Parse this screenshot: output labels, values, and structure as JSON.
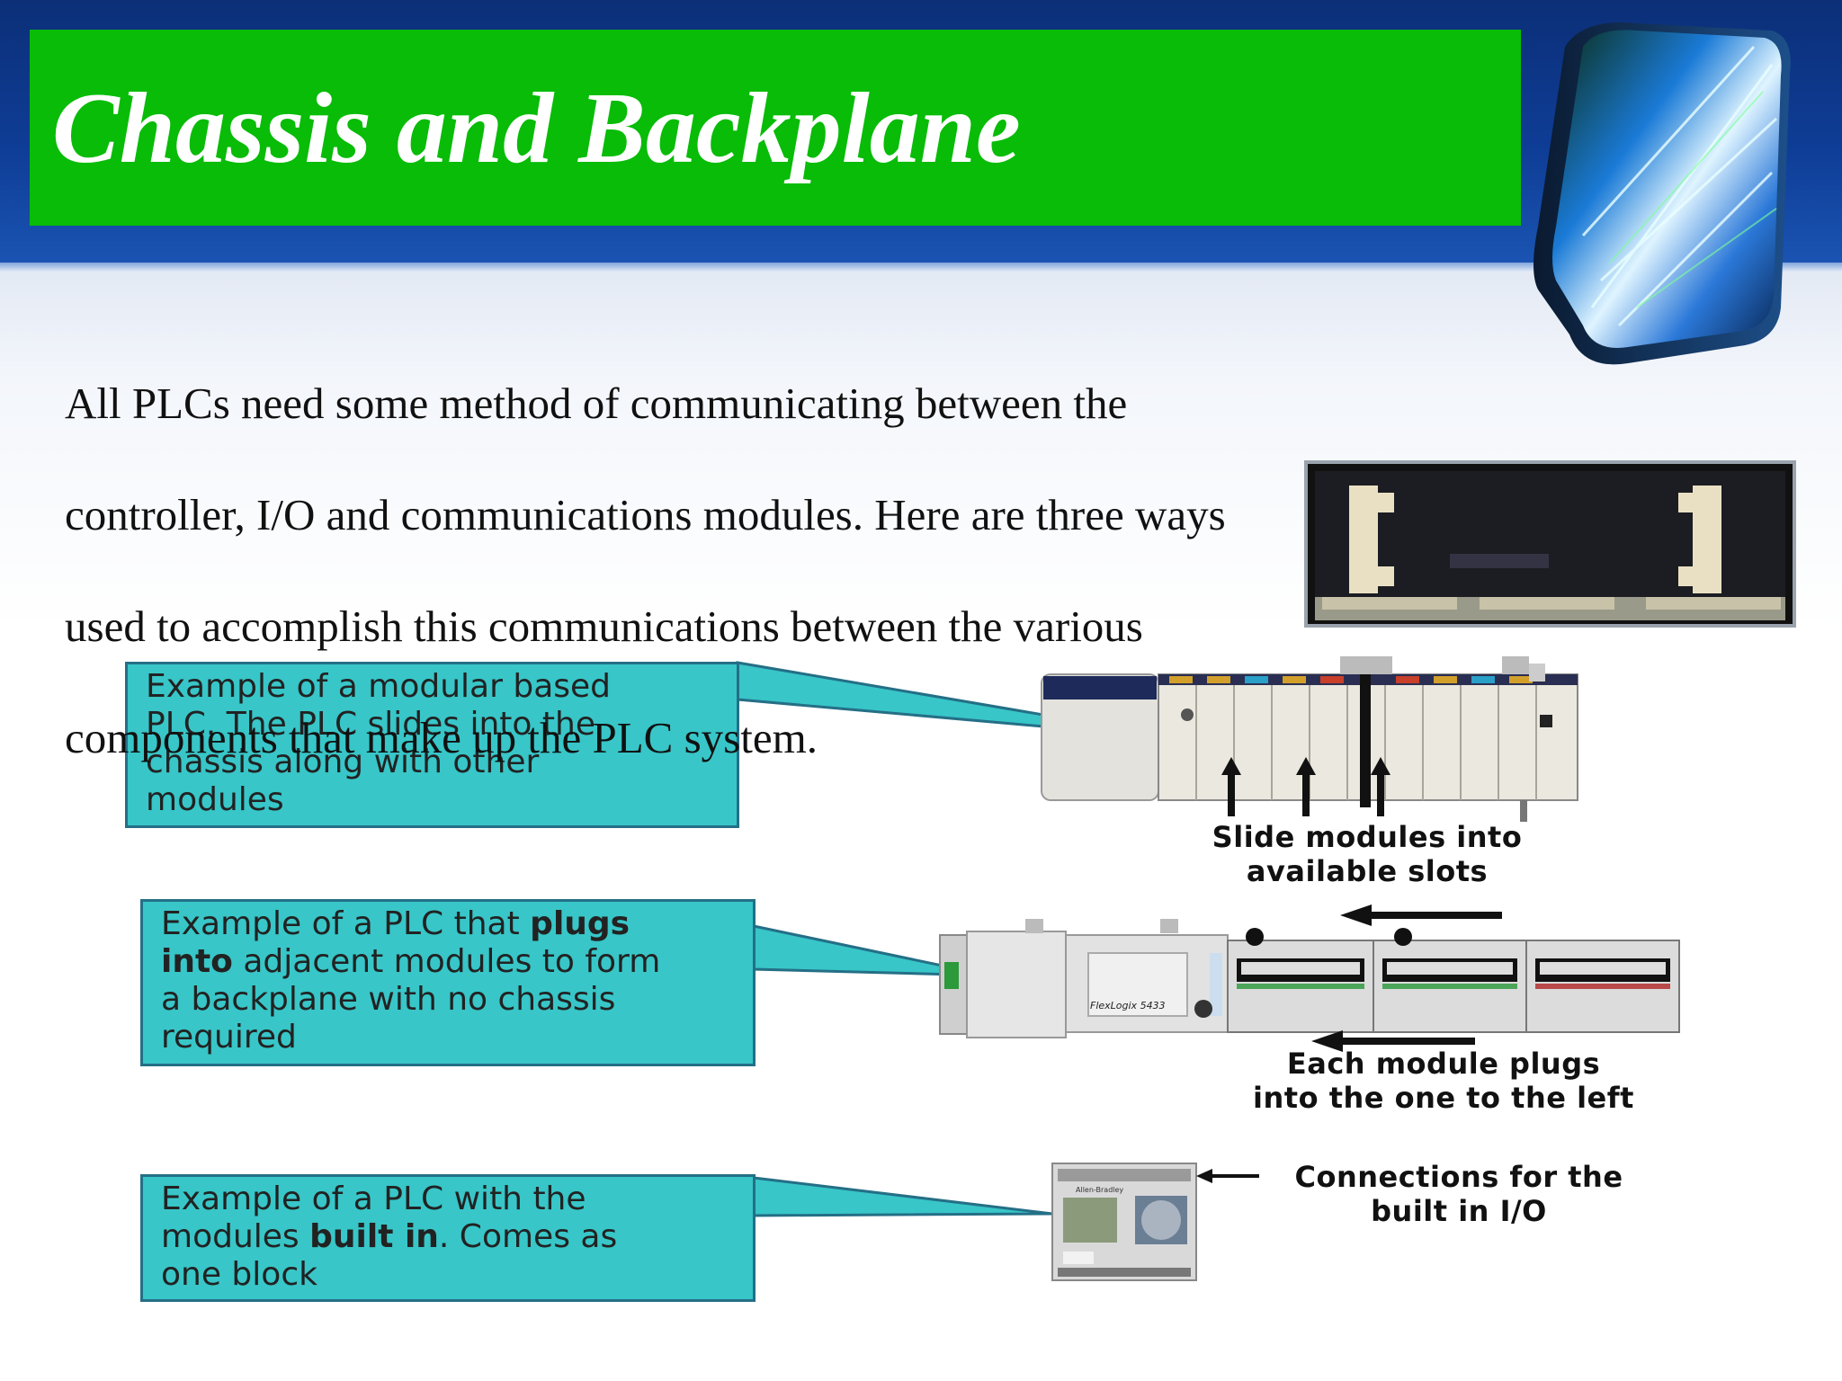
{
  "title": "Chassis and Backplane",
  "body_lines": [
    "All PLCs need some method of communicating between the",
    "controller, I/O and communications modules. Here are three ways",
    "used to accomplish this communications between the various",
    "components that make up the PLC system."
  ],
  "callouts": {
    "modular": [
      "Example of a modular based",
      "PLC.  The PLC slides into the",
      "chassis along with other",
      "modules"
    ],
    "plugs": {
      "l1_pre": "Example of a PLC that ",
      "l1_bold": "plugs",
      "l2_bold": "into",
      "l2_post": " adjacent modules to form",
      "l3": "a backplane with no chassis",
      "l4": "required"
    },
    "built_in": {
      "l1": "Example of a PLC with the",
      "l2_pre": "modules ",
      "l2_bold": "built in",
      "l2_post": ".  Comes as",
      "l3": "one block"
    }
  },
  "captions": {
    "slide_modules": [
      "Slide modules into",
      "available slots"
    ],
    "each_module": [
      "Each module plugs",
      "into the one to the left"
    ],
    "connections": [
      "Connections for the",
      "built in I/O"
    ]
  },
  "device_labels": {
    "flexlogix": "FlexLogix 5433",
    "micro_brand": "Allen-Bradley"
  }
}
